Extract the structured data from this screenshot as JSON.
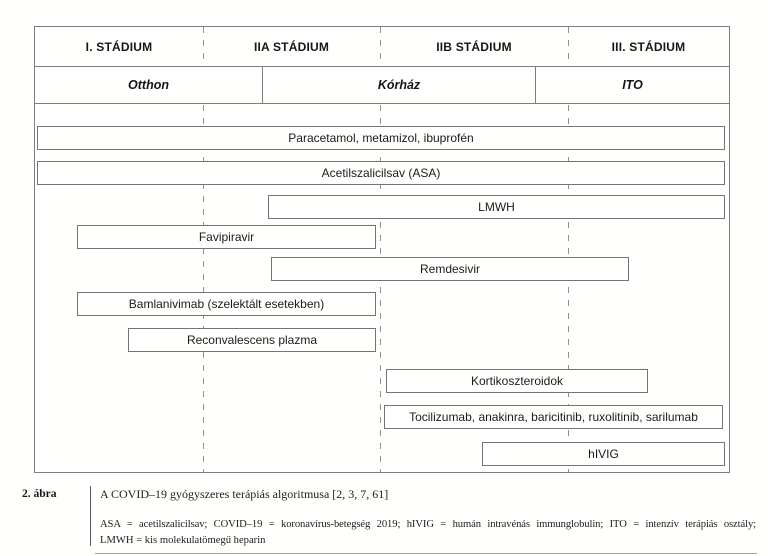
{
  "figure": {
    "stage_headers": [
      "I. STÁDIUM",
      "IIA STÁDIUM",
      "IIB STÁDIUM",
      "III. STÁDIUM"
    ],
    "locations": [
      "Otthon",
      "Kórház",
      "ITO"
    ],
    "drugs": [
      {
        "label": "Paracetamol, metamizol, ibuprofén"
      },
      {
        "label": "Acetilszalicilsav (ASA)"
      },
      {
        "label": "LMWH"
      },
      {
        "label": "Favipiravir"
      },
      {
        "label": "Remdesivir"
      },
      {
        "label": "Bamlanivimab (szelektált esetekben)"
      },
      {
        "label": "Reconvalescens plazma"
      },
      {
        "label": "Kortikoszteroidok"
      },
      {
        "label": "Tocilizumab, anakinra, baricitinib, ruxolitinib, sarilumab"
      },
      {
        "label": "hIVIG"
      }
    ]
  },
  "caption": {
    "figure_number": "2. ábra",
    "title": "A COVID–19 gyógyszeres terápiás algoritmusa [2, 3, 7, 61]",
    "abbreviation_lines": [
      "ASA = acetilszalicilsav; COVID–19 = koronavírus-betegség 2019; hIVIG = humán intravénás immunglobulin; ITO = intenzív terápiás osztály;",
      "LMWH = kis molekulatömegű heparin"
    ]
  },
  "colors": {
    "border": "#7e7e7e",
    "bar_border": "#757575",
    "dash": "#8f8f8f",
    "text": "#1b1b1b",
    "background": "#fffffd"
  }
}
